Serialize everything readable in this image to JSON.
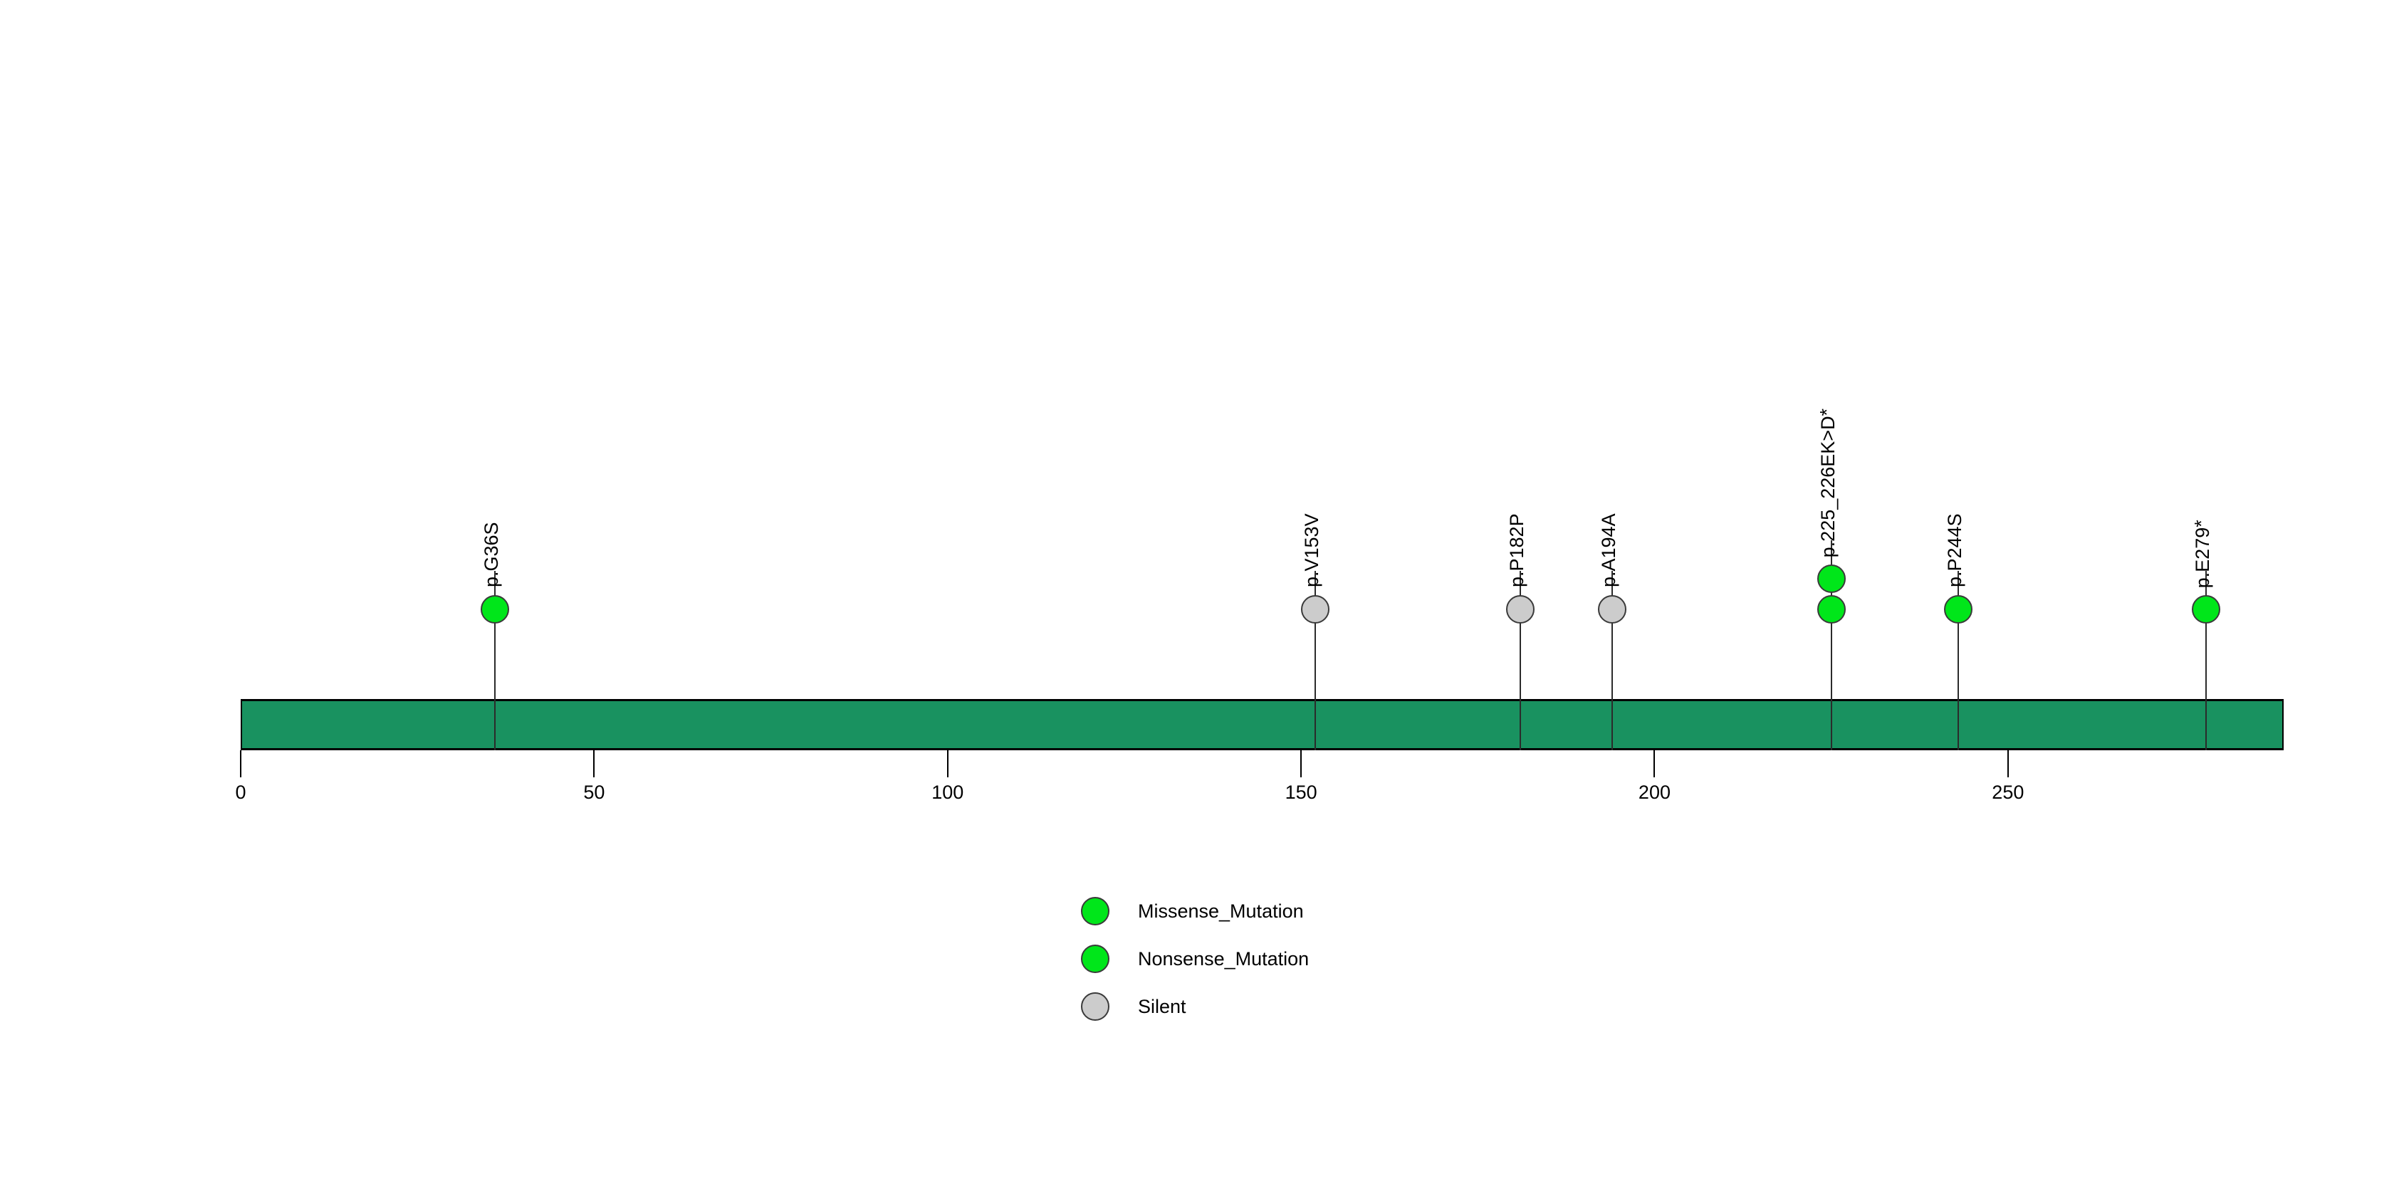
{
  "chart_data": {
    "type": "lollipop",
    "title": "",
    "xlabel": "",
    "ylabel": "",
    "xlim": [
      0,
      289
    ],
    "grid": false,
    "legend_position": "bottom-center",
    "protein": {
      "bar_color": "#199260",
      "start": 0,
      "end": 289,
      "outline_color": "#000000"
    },
    "axis": {
      "ticks": [
        {
          "value": 0,
          "label": "0"
        },
        {
          "value": 50,
          "label": "50"
        },
        {
          "value": 100,
          "label": "100"
        },
        {
          "value": 150,
          "label": "150"
        },
        {
          "value": 200,
          "label": "200"
        },
        {
          "value": 250,
          "label": "250"
        }
      ]
    },
    "mutations": [
      {
        "label": "p.G36S",
        "position": 36,
        "count": 1,
        "type": "Missense_Mutation",
        "color": "#00e61a"
      },
      {
        "label": "p.V153V",
        "position": 152,
        "count": 1,
        "type": "Silent",
        "color": "#cccccc"
      },
      {
        "label": "p.P182P",
        "position": 181,
        "count": 1,
        "type": "Silent",
        "color": "#cccccc"
      },
      {
        "label": "p.A194A",
        "position": 194,
        "count": 1,
        "type": "Silent",
        "color": "#cccccc"
      },
      {
        "label": "p.225_226EK>D*",
        "position": 225,
        "count": 2,
        "type": "Missense_Mutation",
        "color": "#00e61a"
      },
      {
        "label": "p.P244S",
        "position": 243,
        "count": 1,
        "type": "Missense_Mutation",
        "color": "#00e61a"
      },
      {
        "label": "p.E279*",
        "position": 278,
        "count": 1,
        "type": "Nonsense_Mutation",
        "color": "#00e61a"
      }
    ],
    "legend": [
      {
        "label": "Missense_Mutation",
        "color": "#00e61a",
        "swatch": "green"
      },
      {
        "label": "Nonsense_Mutation",
        "color": "#00e61a",
        "swatch": "green"
      },
      {
        "label": "Silent",
        "color": "#cccccc",
        "swatch": "grey"
      }
    ]
  }
}
